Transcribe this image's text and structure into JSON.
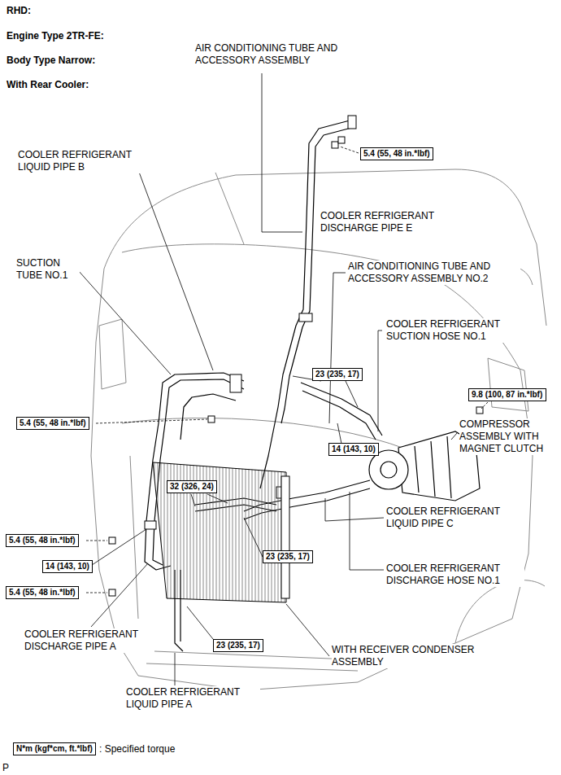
{
  "diagram": {
    "nodes": [
      {
        "text": [
          "5.4 (55, 48 in.*lbf)"
        ]
      },
      {
        "text": [
          "23 (235, 17)"
        ]
      },
      {
        "text": [
          "9.8 (100, 87 in.*lbf)"
        ]
      },
      {
        "text": [
          "5.4 (55, 48 in.*lbf)"
        ]
      },
      {
        "text": [
          "14 (143, 10)"
        ]
      },
      {
        "text": [
          "32 (326, 24)"
        ]
      },
      {
        "text": [
          "23 (235, 17)"
        ]
      },
      {
        "text": [
          "5.4 (55, 48 in.*lbf)"
        ]
      },
      {
        "text": [
          "14 (143, 10)"
        ]
      },
      {
        "text": [
          "5.4 (55, 48 in.*lbf)"
        ]
      },
      {
        "text": [
          "23 (235, 17)"
        ]
      },
      {
        "text": [
          "N*m (kgf*cm, ft.*lbf)"
        ]
      }
    ],
    "labels": [
      "RHD:",
      "Engine Type 2TR-FE:",
      "Body Type Narrow:",
      "With Rear Cooler:",
      "AIR CONDITIONING TUBE AND ACCESSORY ASSEMBLY",
      "COOLER REFRIGERANT LIQUID PIPE B",
      "SUCTION TUBE NO.1",
      "COOLER REFRIGERANT DISCHARGE PIPE E",
      "AIR CONDITIONING TUBE AND ACCESSORY ASSEMBLY NO.2",
      "COOLER REFRIGERANT SUCTION HOSE NO.1",
      "COMPRESSOR ASSEMBLY WITH MAGNET CLUTCH",
      "COOLER REFRIGERANT LIQUID PIPE C",
      "COOLER REFRIGERANT DISCHARGE HOSE NO.1",
      "WITH RECEIVER CONDENSER ASSEMBLY",
      "COOLER REFRIGERANT DISCHARGE PIPE A",
      "COOLER REFRIGERANT LIQUID PIPE A",
      "P"
    ],
    "legend": [
      {
        "text": ": Specified torque"
      }
    ]
  }
}
